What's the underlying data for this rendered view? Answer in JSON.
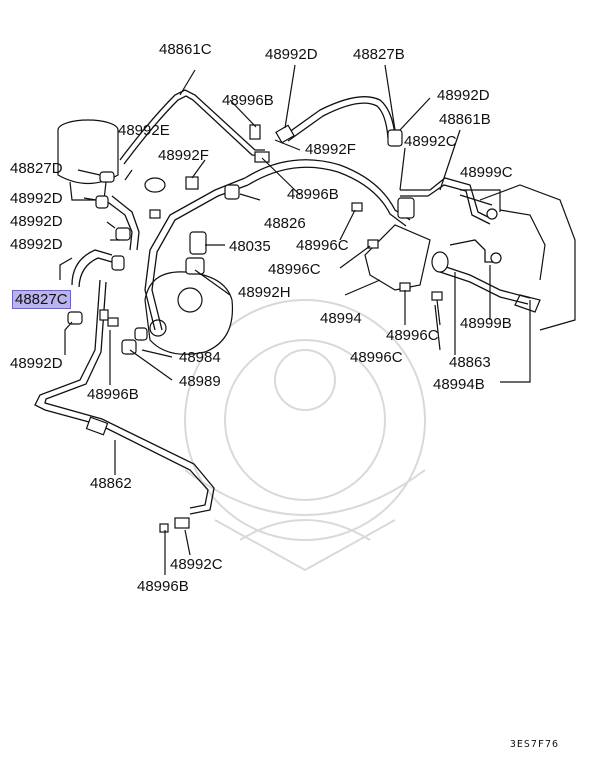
{
  "labels": {
    "l48861C": "48861C",
    "l48992D_top": "48992D",
    "l48827B": "48827B",
    "l48992D_tr": "48992D",
    "l48996B_top": "48996B",
    "l48992E": "48992E",
    "l48861B": "48861B",
    "l48992F_1": "48992F",
    "l48992F_2": "48992F",
    "l48992C_tr": "48992C",
    "l48827D": "48827D",
    "l48999C": "48999C",
    "l48992D_l1": "48992D",
    "l48996B_mid": "48996B",
    "l48992D_l2": "48992D",
    "l48826": "48826",
    "l48992D_l3": "48992D",
    "l48035": "48035",
    "l48996C_1": "48996C",
    "l48996C_2": "48996C",
    "l48992H": "48992H",
    "l48827C": "48827C",
    "l48994": "48994",
    "l48999B": "48999B",
    "l48996C_3": "48996C",
    "l48984": "48984",
    "l48992D_bl": "48992D",
    "l48996C_4": "48996C",
    "l48863": "48863",
    "l48989": "48989",
    "l48994B": "48994B",
    "l48996B_low": "48996B",
    "l48862": "48862",
    "l48992C_bot": "48992C",
    "l48996B_bot": "48996B"
  },
  "diagram_code": "3ES7F76"
}
